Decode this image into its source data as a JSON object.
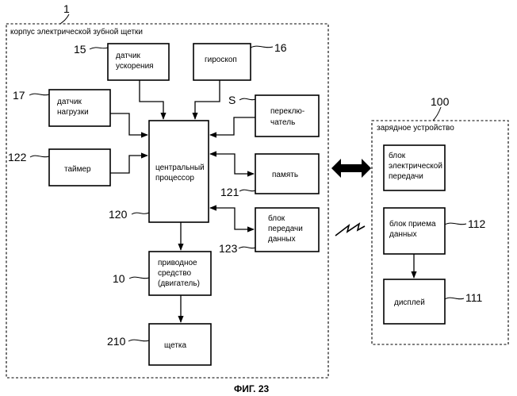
{
  "housing": {
    "ref": "1",
    "label": "корпус электрической зубной щетки",
    "blocks": {
      "accel": {
        "ref": "15",
        "lines": [
          "датчик",
          "ускорения"
        ]
      },
      "gyro": {
        "ref": "16",
        "lines": [
          "гироскоп"
        ]
      },
      "load": {
        "ref": "17",
        "lines": [
          "датчик",
          "нагрузки"
        ]
      },
      "switch": {
        "ref": "S",
        "lines": [
          "переклю-",
          "чатель"
        ]
      },
      "timer": {
        "ref": "122",
        "lines": [
          "таймер"
        ]
      },
      "cpu": {
        "ref": "120",
        "lines": [
          "центральный",
          "процессор"
        ]
      },
      "memory": {
        "ref": "121",
        "lines": [
          "память"
        ]
      },
      "tx": {
        "ref": "123",
        "lines": [
          "блок",
          "передачи",
          "данных"
        ]
      },
      "drive": {
        "ref": "10",
        "lines": [
          "приводное",
          "средство",
          "(двигатель)"
        ]
      },
      "brush": {
        "ref": "210",
        "lines": [
          "щетка"
        ]
      }
    }
  },
  "charger": {
    "ref": "100",
    "label": "зарядное устройство",
    "blocks": {
      "power": {
        "lines": [
          "блок",
          "электрической",
          "передачи"
        ]
      },
      "rx": {
        "ref": "112",
        "lines": [
          "блок приема",
          "данных"
        ]
      },
      "display": {
        "ref": "111",
        "lines": [
          "дисплей"
        ]
      }
    }
  },
  "figure_caption": "ФИГ. 23"
}
